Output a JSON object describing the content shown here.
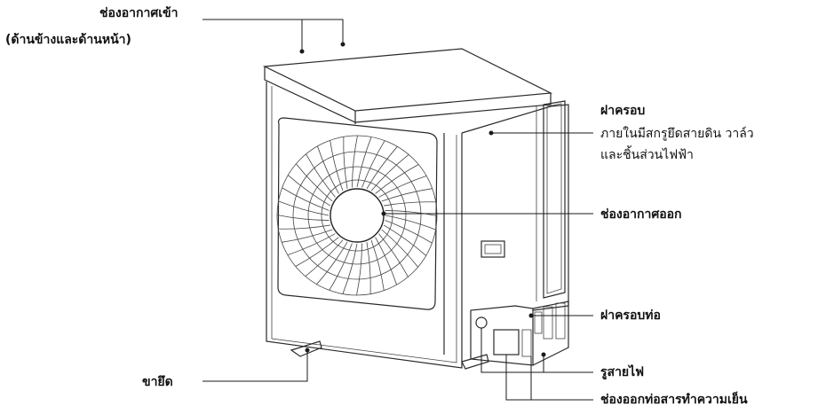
{
  "labels": {
    "air_inlet": "ช่องอากาศเข้า",
    "air_inlet_note": "(ด้านข้างและด้านหน้า)",
    "cover_title": "ฝาครอบ",
    "cover_desc_1": "ภายในมีสกรูยึดสายดิน วาล์ว",
    "cover_desc_2": "และชิ้นส่วนไฟฟ้า",
    "air_outlet": "ช่องอากาศออก",
    "pipe_cover": "ฝาครอบท่อ",
    "leg": "ขายึด",
    "cable_hole": "รูสายไฟ",
    "refrigerant_pipe_outlet": "ช่องออกท่อสารทำความเย็น"
  }
}
